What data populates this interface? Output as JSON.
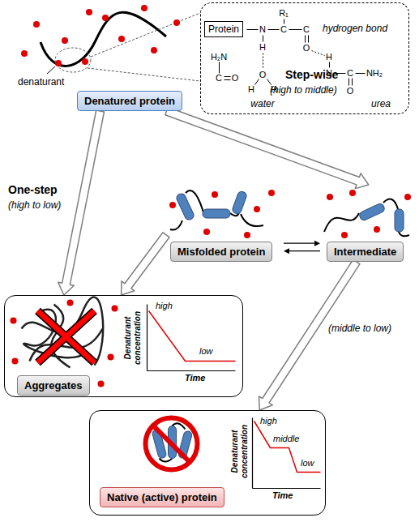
{
  "diagram": {
    "nodes": [
      {
        "text": [
          "Denatured protein"
        ]
      },
      {
        "text": [
          "hydrogen bond",
          "water",
          "urea"
        ]
      },
      {
        "text": [
          "Protein"
        ],
        "in": 1
      },
      {
        "text": [
          "Misfolded protein"
        ]
      },
      {
        "text": [
          "Intermediate"
        ]
      },
      {
        "text": [
          "high",
          "low",
          "Denaturant concentration",
          "Time"
        ]
      },
      {
        "text": [
          "Aggregates"
        ],
        "in": 5
      },
      {
        "text": [
          "high",
          "middle",
          "low",
          "Denaturant concentration",
          "Time"
        ]
      },
      {
        "text": [
          "Native (active) protein"
        ],
        "in": 7
      }
    ],
    "edges": [
      {
        "from": 0,
        "to": 5,
        "arrow": "to"
      },
      {
        "from": 0,
        "to": 4,
        "arrow": "to"
      },
      {
        "from": 3,
        "to": 4,
        "arrow": "to"
      },
      {
        "from": 4,
        "to": 3,
        "arrow": "to"
      },
      {
        "from": 3,
        "to": 5,
        "arrow": "to"
      },
      {
        "from": 4,
        "to": 7,
        "arrow": "to"
      }
    ],
    "labels": [
      "denaturant",
      "One-step",
      "(high to low)",
      "Step-wise",
      "(high to middle)",
      "(middle to low)",
      "R₁",
      "N",
      "C",
      "C",
      "H",
      "O",
      "H₂N",
      "C",
      "O",
      "O",
      "H",
      "H",
      "H",
      "N",
      "C",
      "NH₂",
      "O"
    ]
  }
}
